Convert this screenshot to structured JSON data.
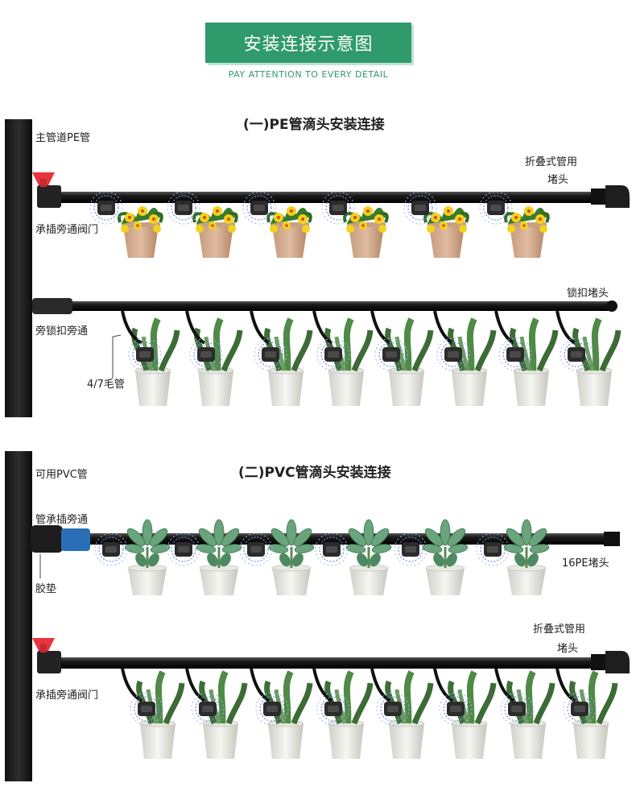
{
  "header": {
    "title": "安装连接示意图",
    "subtitle": "PAY ATTENTION TO EVERY DETAIL"
  },
  "section1": {
    "title": "(一)PE管滴头安装连接",
    "labels": {
      "main_pipe": "主管道PE管",
      "fold_cap": "折叠式管用",
      "fold_cap_2": "堵头",
      "valve": "承插旁通阀门",
      "lock_cap": "锁扣堵头",
      "lock_tee": "旁锁扣旁通",
      "capillary": "4/7毛管"
    }
  },
  "section2": {
    "title": "(二)PVC管滴头安装连接",
    "labels": {
      "pvc_pipe": "可用PVC管",
      "pvc_tee": "管承插旁通",
      "gasket": "胶垫",
      "pe_cap": "16PE堵头",
      "fold_cap": "折叠式管用",
      "fold_cap_2": "堵头",
      "valve": "承插旁通阀门"
    }
  },
  "colors": {
    "accent": "#2f9a6b",
    "pipe": "#1a1a1a",
    "valve": "#e8343c",
    "coupler": "#2a6fb5"
  }
}
